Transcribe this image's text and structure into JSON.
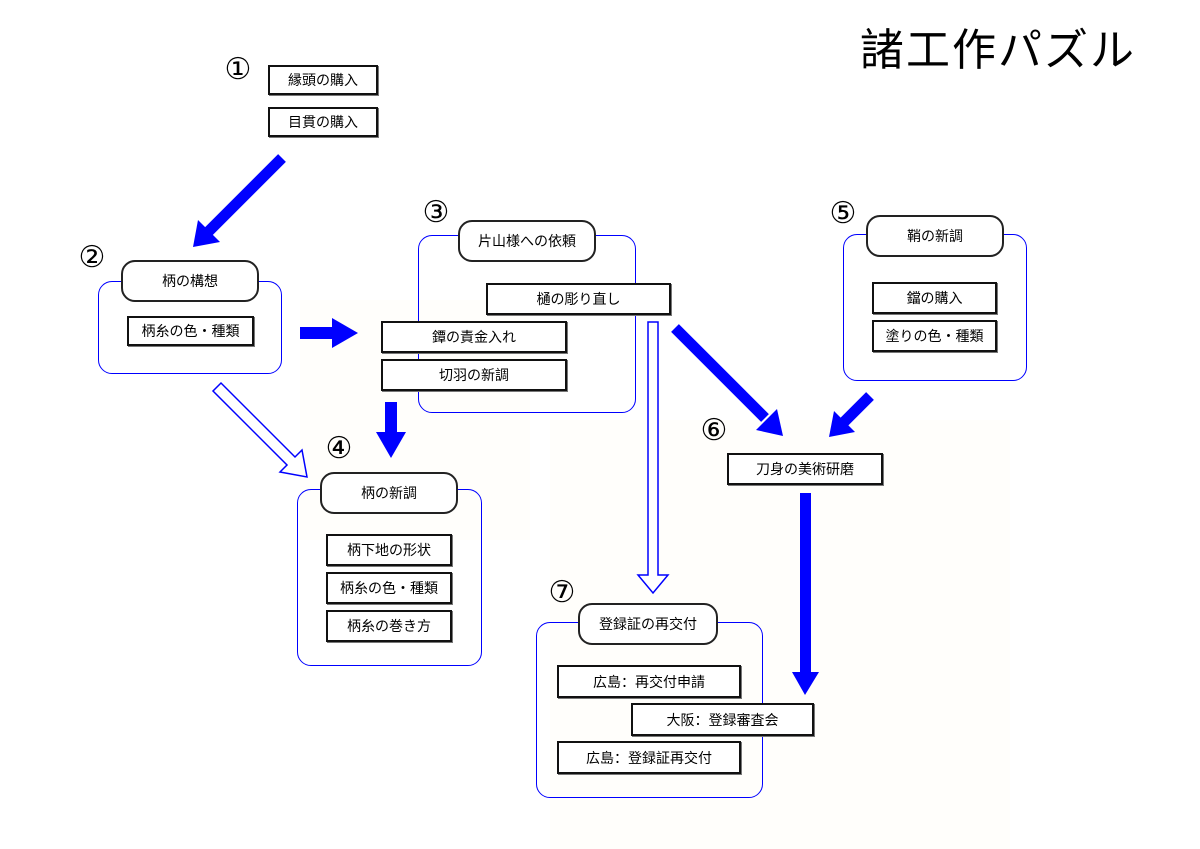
{
  "title": "諸工作パズル",
  "colors": {
    "arrow": "#0000ff",
    "group_border": "#0000ff",
    "box_border": "#111111"
  },
  "steps": [
    {
      "number": "①",
      "heading": null,
      "items": [
        "縁頭の購入",
        "目貫の購入"
      ]
    },
    {
      "number": "②",
      "heading": "柄の構想",
      "items": [
        "柄糸の色・種類"
      ]
    },
    {
      "number": "③",
      "heading": "片山様への依頼",
      "items": [
        "樋の彫り直し",
        "鐔の責金入れ",
        "切羽の新調"
      ]
    },
    {
      "number": "④",
      "heading": "柄の新調",
      "items": [
        "柄下地の形状",
        "柄糸の色・種類",
        "柄糸の巻き方"
      ]
    },
    {
      "number": "⑤",
      "heading": "鞘の新調",
      "items": [
        "鐺の購入",
        "塗りの色・種類"
      ]
    },
    {
      "number": "⑥",
      "heading": null,
      "items": [
        "刀身の美術研磨"
      ]
    },
    {
      "number": "⑦",
      "heading": "登録証の再交付",
      "items": [
        "広島：再交付申請",
        "大阪：登録審査会",
        "広島：登録証再交付"
      ]
    }
  ],
  "arrows": [
    {
      "from": "①",
      "to": "②",
      "style": "solid"
    },
    {
      "from": "②",
      "to": "③",
      "style": "solid"
    },
    {
      "from": "②",
      "to": "④",
      "style": "hollow"
    },
    {
      "from": "③",
      "to": "④",
      "style": "solid"
    },
    {
      "from": "③",
      "to": "⑥",
      "style": "solid"
    },
    {
      "from": "③",
      "to": "⑦",
      "style": "hollow"
    },
    {
      "from": "⑤",
      "to": "⑥",
      "style": "solid"
    },
    {
      "from": "⑥",
      "to": "⑦",
      "style": "solid"
    }
  ]
}
